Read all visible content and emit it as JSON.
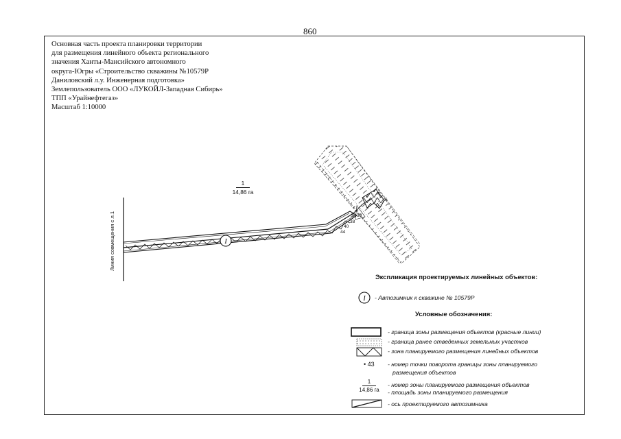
{
  "page_number": "860",
  "title_lines": [
    "Основная часть проекта планировки территории",
    "для размещения линейного объекта регионального",
    "значения Ханты-Мансийского автономного",
    "округа-Югры «Строительство скважины №10579Р",
    "Даниловский л.у. Инженерная подготовка»",
    "Землепользователь ООО «ЛУКОЙЛ-Западная Сибирь»",
    "ТПП «Урайнефтегаз»",
    "Масштаб 1:10000"
  ],
  "map": {
    "zone_number": "1",
    "zone_area": "14,86 га",
    "road_marker": "I",
    "vertical_label": "Линия совмещения с л.1",
    "point_labels": [
      "36",
      "39",
      "38",
      "40",
      "44",
      "6"
    ]
  },
  "explication": {
    "heading": "Экспликация проектируемых линейных объектов:",
    "marker": "I",
    "item": "- Автозимник к скважине № 10579Р"
  },
  "legend": {
    "heading": "Условные обозначения:",
    "items": [
      {
        "symbol": "red-boundary",
        "text": "- граница зоны размещения объектов (красные линии)"
      },
      {
        "symbol": "dotted-area",
        "text": "- граница ранее отведенных земельных участков"
      },
      {
        "symbol": "hatched-zone",
        "text": "- зона планируемого размещения линейных объектов"
      },
      {
        "symbol": "point",
        "symbol_text": "• 43",
        "text": "- номер точки поворота границы зоны планируемого",
        "text2": "размещения объектов"
      },
      {
        "symbol": "fraction",
        "num": "1",
        "area": "14,86 га",
        "text": "- номер зоны планируемого размещения объектов",
        "text2": "- площадь зоны планируемого размещения"
      },
      {
        "symbol": "road-axis",
        "text": "- ось проектируемого автозимника"
      }
    ]
  }
}
